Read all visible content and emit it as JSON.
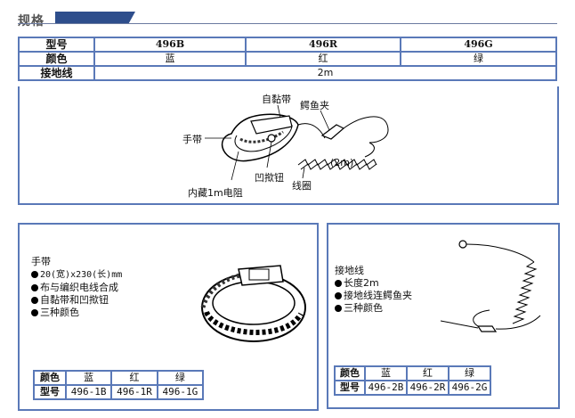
{
  "header": {
    "title": "规格"
  },
  "spec_table": {
    "row_labels": [
      "型号",
      "颜色",
      "接地线"
    ],
    "models": [
      "496B",
      "496R",
      "496G"
    ],
    "colors": [
      "蓝",
      "红",
      "绿"
    ],
    "ground_wire": "2m"
  },
  "diagram_labels": {
    "self_adhesive": "自黏带",
    "alligator_clip": "鳄鱼夹",
    "wristband": "手带",
    "length": "(2m)",
    "snap_button": "凹揿钮",
    "coil": "线圈",
    "resistor": "内藏1m电阻"
  },
  "wristband_panel": {
    "title": "手带",
    "features": [
      "20(宽)x230(长)mm",
      "布与编织电线合成",
      "自黏带和凹揿钮",
      "三种颜色"
    ],
    "table": {
      "row_labels": [
        "颜色",
        "型号"
      ],
      "colors": [
        "蓝",
        "红",
        "绿"
      ],
      "models": [
        "496-1B",
        "496-1R",
        "496-1G"
      ]
    }
  },
  "ground_panel": {
    "title": "接地线",
    "features": [
      "长度2m",
      "接地线连鳄鱼夹",
      "三种颜色"
    ],
    "table": {
      "row_labels": [
        "颜色",
        "型号"
      ],
      "colors": [
        "蓝",
        "红",
        "绿"
      ],
      "models": [
        "496-2B",
        "496-2R",
        "496-2G"
      ]
    }
  }
}
